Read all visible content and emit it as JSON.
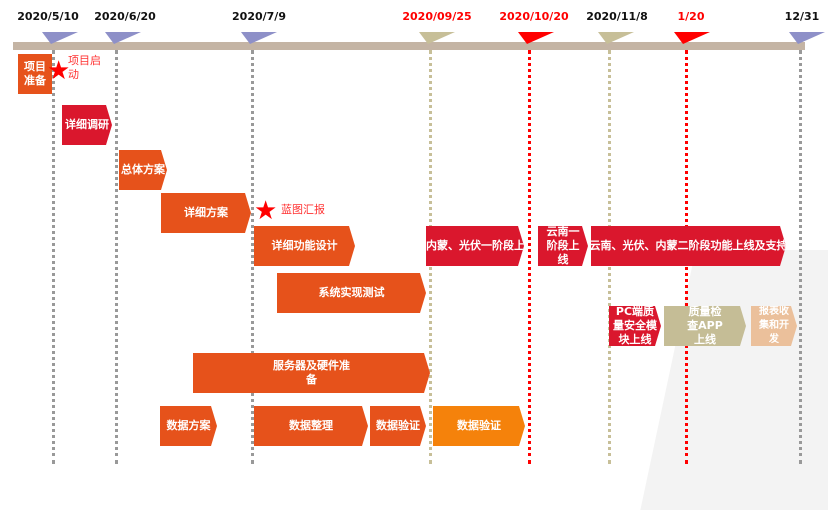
{
  "milestones": [
    {
      "label": "2020/5/10",
      "color": "#8e90c8",
      "label_color": "#111"
    },
    {
      "label": "2020/6/20",
      "color": "#8e90c8",
      "label_color": "#111"
    },
    {
      "label": "2020/7/9",
      "color": "#8e90c8",
      "label_color": "#111"
    },
    {
      "label": "2020/09/25",
      "color": "#c7bf98",
      "label_color": "#f00"
    },
    {
      "label": "2020/10/20",
      "color": "#ff0000",
      "label_color": "#f00"
    },
    {
      "label": "2020/11/8",
      "color": "#c7bf98",
      "label_color": "#111"
    },
    {
      "label": "1/20",
      "color": "#ff0000",
      "label_color": "#f00"
    },
    {
      "label": "12/31",
      "color": "#8e90c8",
      "label_color": "#111"
    }
  ],
  "annotations": {
    "kickoff": "项目启动",
    "blueprint": "蓝图汇报"
  },
  "tasks": {
    "prep": "项目准备",
    "research": "详细调研",
    "overall_plan": "总体方案",
    "detail_plan": "详细方案",
    "func_design": "详细功能设计",
    "phase1_nm": "内蒙、光伏一阶段上线",
    "phase1_yn": "云南一阶段上线",
    "phase2": "云南、光伏、内蒙二阶段功能上线及支持",
    "sys_test": "系统实现测试",
    "pc_module": "PC端质量安全模块上线",
    "app": "质量检查APP上线",
    "report": "报表收集和开发",
    "server": "服务器及硬件准备",
    "data_plan": "数据方案",
    "data_clean": "数据整理",
    "data_verify1": "数据验证",
    "data_verify2": "数据验证"
  }
}
